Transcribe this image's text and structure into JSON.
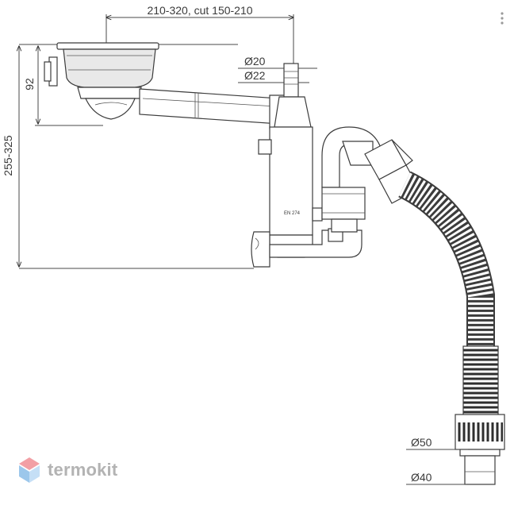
{
  "dimensions": {
    "top_span": "210-320, cut 150-210",
    "sink_height": "92",
    "total_height": "255-325",
    "dia_20": "Ø20",
    "dia_22": "Ø22",
    "dia_50": "Ø50",
    "dia_40": "Ø40"
  },
  "parts": {
    "body_marking": "EN 274"
  },
  "brand": {
    "name": "termokit",
    "logo_colors": [
      "#e8505b",
      "#3a8fd8"
    ]
  },
  "icons": {
    "corner": "more-vertical-icon",
    "logo": "termokit-logo-icon"
  }
}
